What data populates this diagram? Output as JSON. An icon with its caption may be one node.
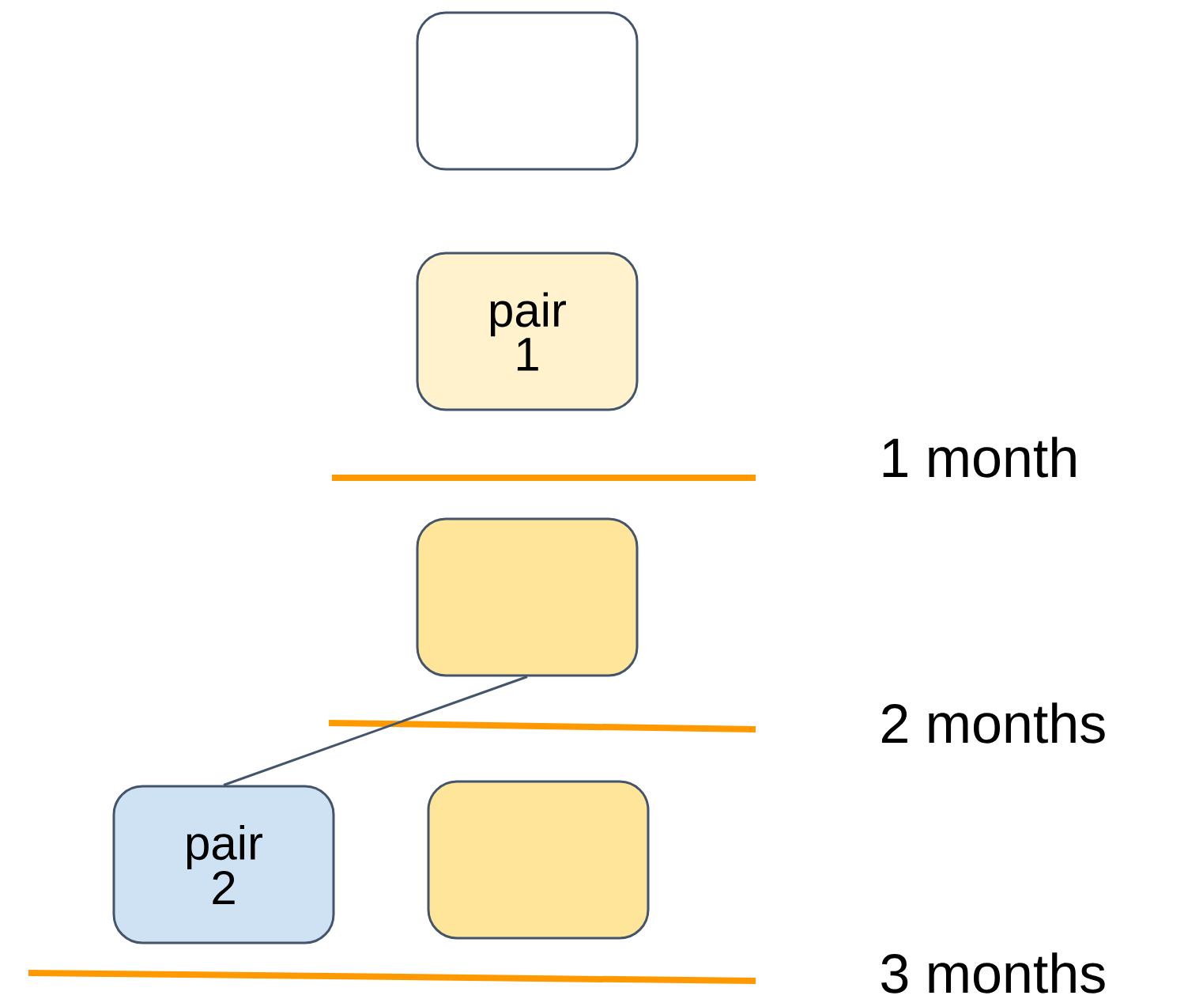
{
  "diagram": {
    "nodes": [
      {
        "text": [],
        "shape": "box"
      },
      {
        "text": [
          "pair 1"
        ]
      },
      {
        "text": [],
        "shape": "box"
      },
      {
        "text": [
          "pair 2"
        ]
      },
      {
        "text": [],
        "shape": "box"
      }
    ],
    "edges": [
      {
        "from": 2,
        "to": 3,
        "arrow": "none"
      }
    ],
    "labels": [
      "1 month",
      "2 months",
      "3 months"
    ]
  }
}
